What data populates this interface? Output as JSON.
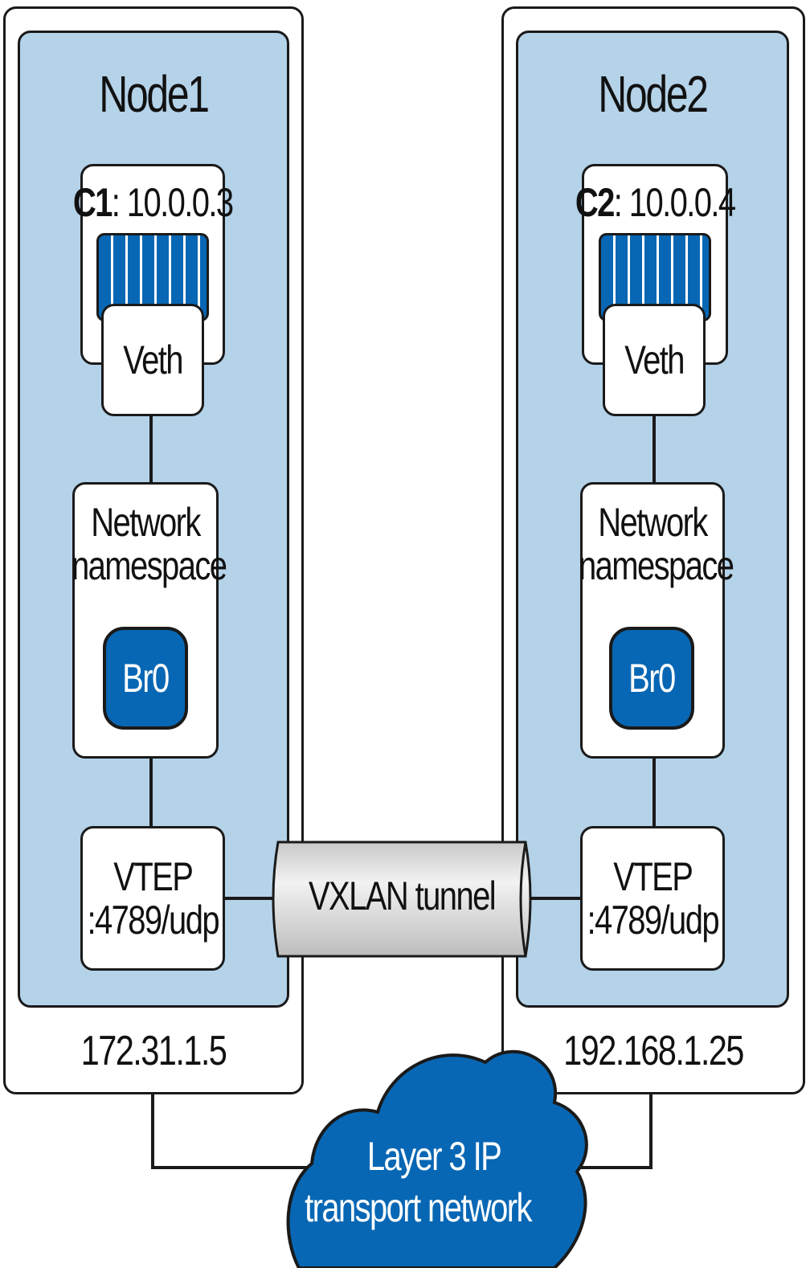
{
  "nodes": [
    {
      "title": "Node1",
      "container_name": "C1",
      "container_ip": ": 10.0.0.3",
      "veth_label": "Veth",
      "netns_label": "Network namespace",
      "bridge_label": "Br0",
      "vtep_label": "VTEP",
      "vtep_port": ":4789/udp",
      "host_ip": "172.31.1.5"
    },
    {
      "title": "Node2",
      "container_name": "C2",
      "container_ip": ": 10.0.0.4",
      "veth_label": "Veth",
      "netns_label": "Network namespace",
      "bridge_label": "Br0",
      "vtep_label": "VTEP",
      "vtep_port": ":4789/udp",
      "host_ip": "192.168.1.25"
    }
  ],
  "tunnel": {
    "label": "VXLAN tunnel"
  },
  "transport": {
    "line1": "Layer 3 IP",
    "line2": "transport network"
  },
  "colors": {
    "node_fill": "#b4d2e8",
    "accent_blue": "#0867b4",
    "tunnel_fill": "#dcdcdc",
    "outline": "#1a1a1a"
  }
}
